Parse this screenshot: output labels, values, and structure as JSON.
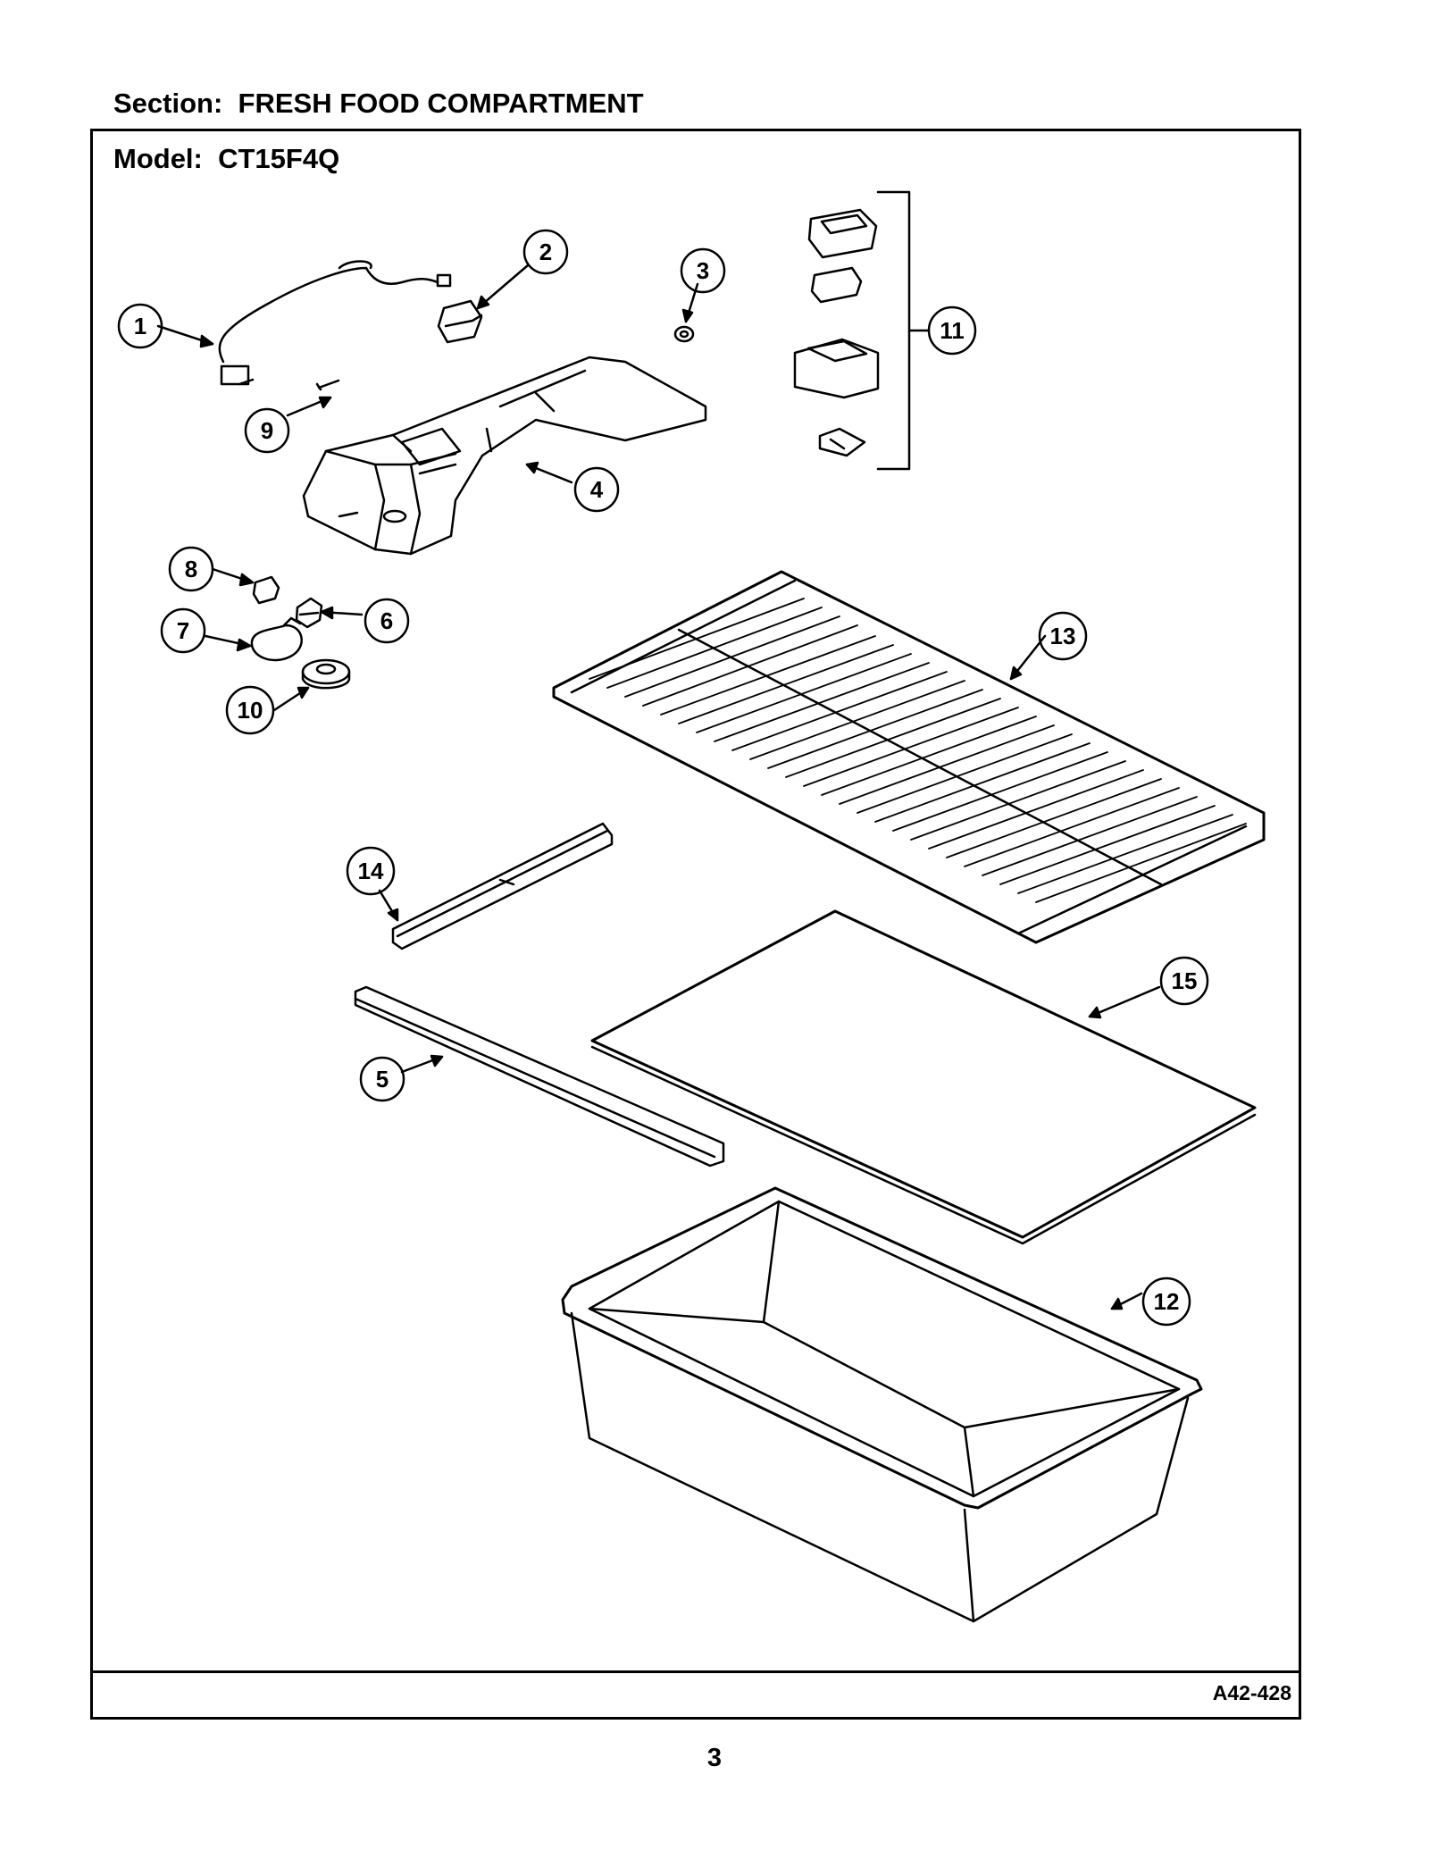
{
  "section": {
    "label": "Section:",
    "value": "FRESH FOOD COMPARTMENT"
  },
  "model": {
    "label": "Model:",
    "value": "CT15F4Q"
  },
  "drawing_code": "A42-428",
  "page_number": "3",
  "callouts": [
    "1",
    "2",
    "3",
    "4",
    "5",
    "6",
    "7",
    "8",
    "9",
    "10",
    "11",
    "12",
    "13",
    "14",
    "15"
  ]
}
